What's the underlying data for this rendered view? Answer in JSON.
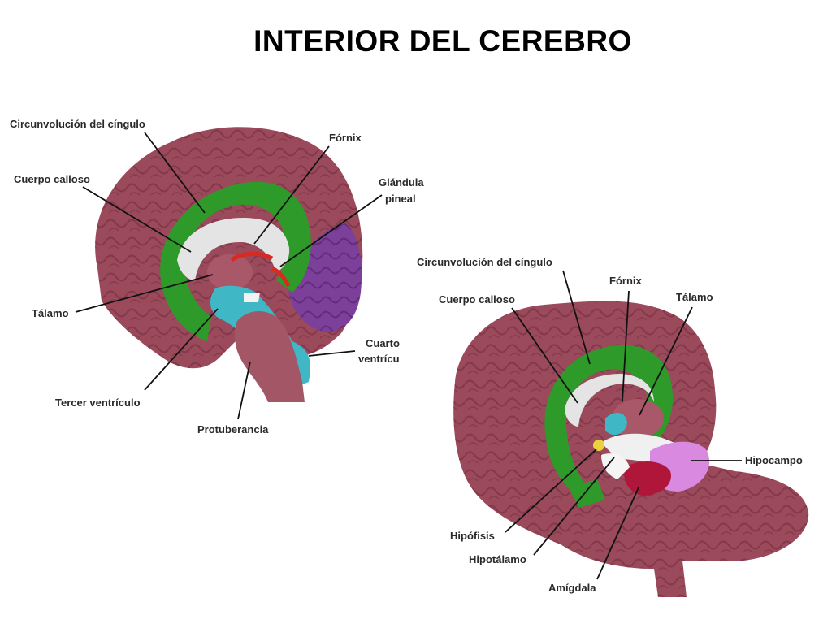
{
  "title": "INTERIOR DEL CEREBRO",
  "figure_left": {
    "labels": {
      "cingulate": "Circunvolución del cíngulo",
      "corpus_callosum": "Cuerpo calloso",
      "fornix": "Fórnix",
      "pineal_1": "Glándula",
      "pineal_2": "pineal",
      "thalamus": "Tálamo",
      "fourth_ventricle_1": "Cuarto",
      "fourth_ventricle_2": "ventrícu",
      "third_ventricle": "Tercer ventrículo",
      "pons": "Protuberancia"
    }
  },
  "figure_right": {
    "labels": {
      "cingulate": "Circunvolución del cíngulo",
      "fornix": "Fórnix",
      "corpus_callosum": "Cuerpo calloso",
      "thalamus": "Tálamo",
      "hippocampus": "Hipocampo",
      "pituitary": "Hipófisis",
      "hypothalamus": "Hipotálamo",
      "amygdala": "Amígdala"
    }
  },
  "colors": {
    "cortex": "#9b4a5c",
    "cortex_dark": "#7a3345",
    "cingulate": "#2e9a2a",
    "corpus_callosum": "#e4e4e4",
    "ventricle": "#3fb7c4",
    "occipital": "#7c3f9a",
    "pineal": "#d82a1e",
    "hippocampus": "#d98ae0",
    "amygdala": "#b0163a",
    "pituitary": "#e9d23a"
  }
}
